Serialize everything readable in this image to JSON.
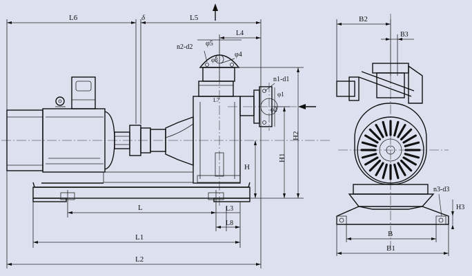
{
  "labels": {
    "L6": "L6",
    "delta": "δ",
    "L5": "L5",
    "L4": "L4",
    "n2d2": "n2-d2",
    "phi5": "φ5",
    "phi3": "φ3",
    "phi4": "φ4",
    "n1d1": "n1-d1",
    "phi1": "φ1",
    "phi2": "φ2",
    "L7": "L7",
    "H2": "H2",
    "H1": "H1",
    "H": "H",
    "L": "L",
    "L3": "L3",
    "L8": "L8",
    "L1": "L1",
    "L2": "L2",
    "B2": "B2",
    "B3": "B3",
    "n3d3": "n3-d3",
    "H3": "H3",
    "B": "B",
    "B1": "B1"
  },
  "colors": {
    "background": "#dde0ee",
    "line": "#111111"
  }
}
